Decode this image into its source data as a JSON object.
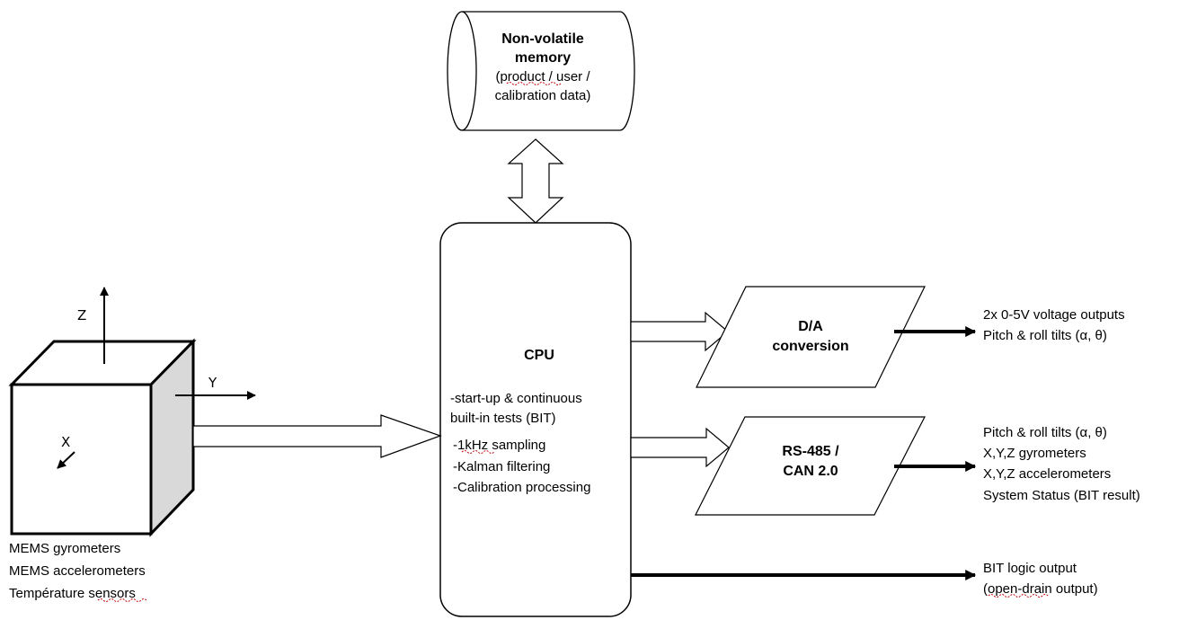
{
  "memory": {
    "title_line1": "Non-volatile",
    "title_line2": "memory",
    "desc_line1": "(product / user /",
    "desc_line2": "calibration data)"
  },
  "cpu": {
    "title": "CPU",
    "lines": [
      "-start-up & continuous",
      "built-in tests (BIT)",
      "-1kHz sampling",
      "-Kalman filtering",
      "-Calibration processing"
    ]
  },
  "sensor": {
    "axis_x": "X",
    "axis_y": "Y",
    "axis_z": "Z",
    "labels": [
      "MEMS gyrometers",
      "MEMS accelerometers",
      "Température sensors"
    ]
  },
  "da": {
    "line1": "D/A",
    "line2": "conversion",
    "outputs": [
      "2x 0-5V  voltage outputs",
      "Pitch & roll tilts (α, θ)"
    ]
  },
  "rs": {
    "line1": "RS-485 /",
    "line2": "CAN 2.0",
    "outputs": [
      "Pitch & roll tilts (α, θ)",
      "X,Y,Z gyrometers",
      "X,Y,Z accelerometers",
      "System Status (BIT result)"
    ]
  },
  "bit_output": {
    "line1": "BIT logic output",
    "line2": "(open-drain output)"
  }
}
